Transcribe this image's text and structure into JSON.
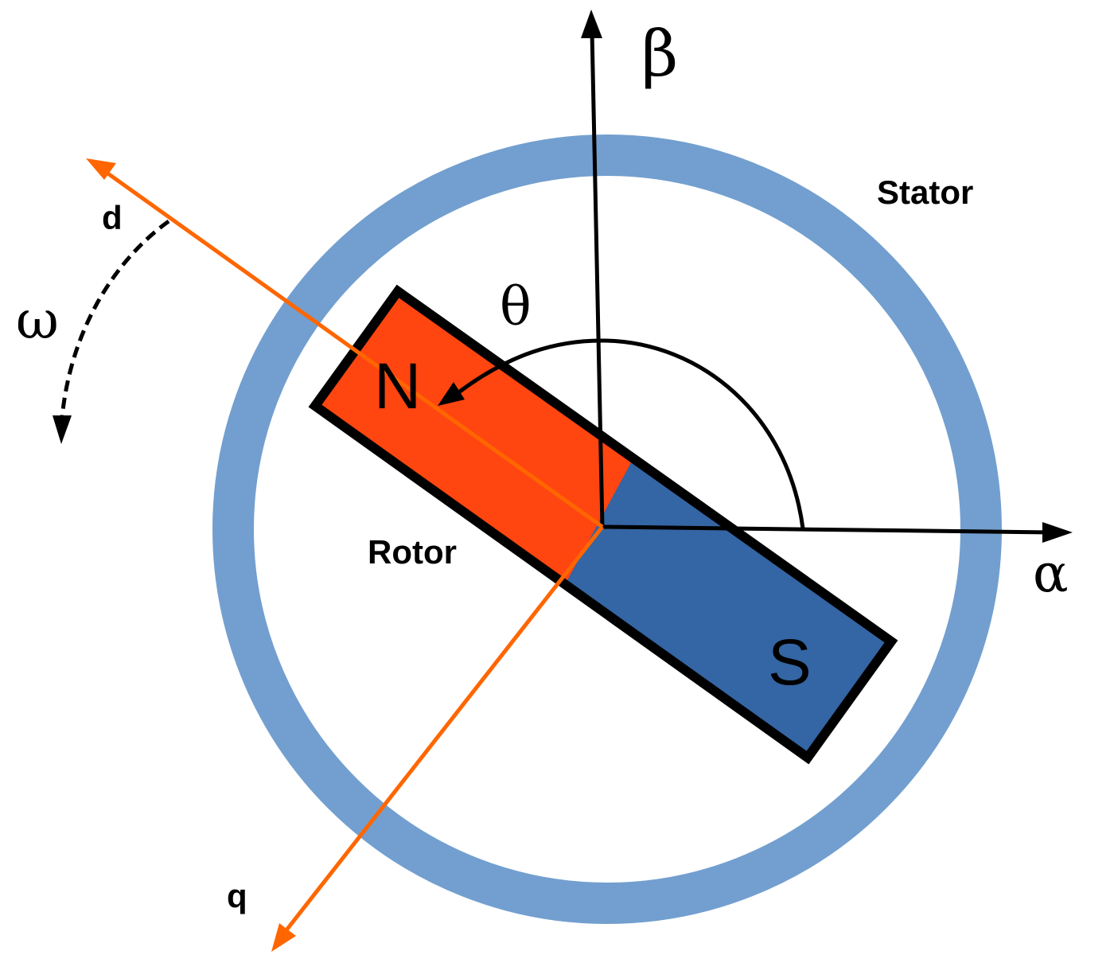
{
  "labels": {
    "stator": "Stator",
    "rotor": "Rotor",
    "north": "N",
    "south": "S",
    "d_axis": "d",
    "q_axis": "q",
    "alpha_axis": "α",
    "beta_axis": "β",
    "theta": "θ",
    "omega": "ω"
  },
  "colors": {
    "stator_ring": "#729fcf",
    "north_pole": "#ff4510",
    "south_pole": "#3465a4",
    "dq_axes": "#ff6600",
    "alpha_beta_axes": "#000000"
  }
}
